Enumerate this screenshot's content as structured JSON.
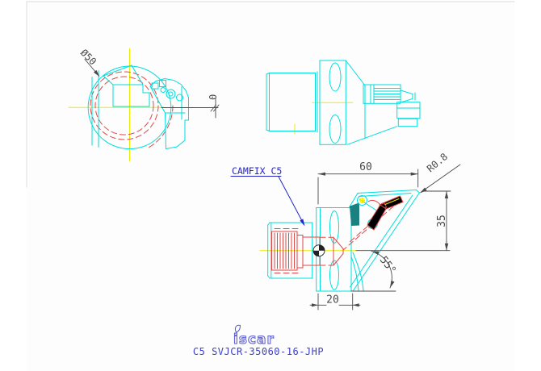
{
  "drawing": {
    "labels": {
      "camfix": "CAMFIX C5",
      "logo": "iscar",
      "part_number": "C5 SVJCR-35060-16-JHP"
    },
    "dimensions": {
      "front_diameter": "Ø50",
      "front_offset": "0",
      "head_length": "60",
      "corner_radius": "R0.8",
      "head_height": "35",
      "lead_angle": "55°",
      "flange_width": "20"
    },
    "colors": {
      "geometry": "#00dede",
      "hidden": "#e34848",
      "centerline": "#ececec",
      "dimension": "#4a4a4a",
      "label_blue": "#2424cc",
      "logo_blue": "#5c5ccf",
      "seat_teal": "#1a8080",
      "frame_gray": "#dcdcdc"
    }
  }
}
